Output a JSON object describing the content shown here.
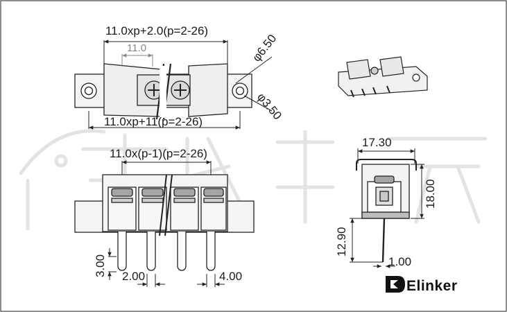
{
  "diagram": {
    "top_view": {
      "overall_length": "11.0xp+2.0(p=2-26)",
      "pitch": "11.0",
      "hole_outer": "φ6.50",
      "hole_inner": "φ3.50",
      "mount_span": "11.0xp+11(p=2-26)"
    },
    "front_view": {
      "pin_span": "11.0x(p-1)(p=2-26)",
      "pin_height": "3.00",
      "pin_width": "2.00",
      "pin_gap": "4.00"
    },
    "side_view": {
      "width": "17.30",
      "height": "18.00",
      "pin_length": "12.90",
      "pin_thickness": "1.00"
    },
    "brand": {
      "name": "Elinker"
    }
  },
  "colors": {
    "line": "#222222",
    "body_fill": "#f2f2f2",
    "shade": "#a9a9a9",
    "watermark": "#e6e6e6"
  }
}
